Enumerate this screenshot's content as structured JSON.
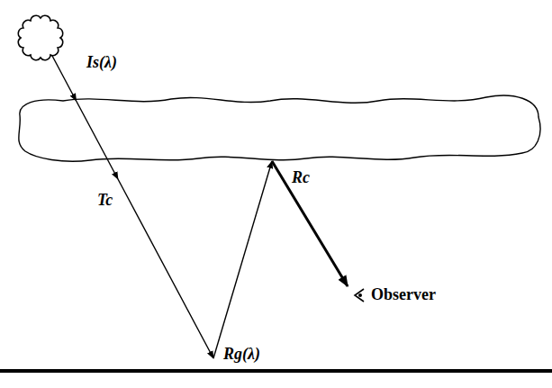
{
  "diagram": {
    "labels": [
      "Is(λ)",
      "Tc",
      "Rg(λ)",
      "Rc",
      "Observer"
    ]
  }
}
